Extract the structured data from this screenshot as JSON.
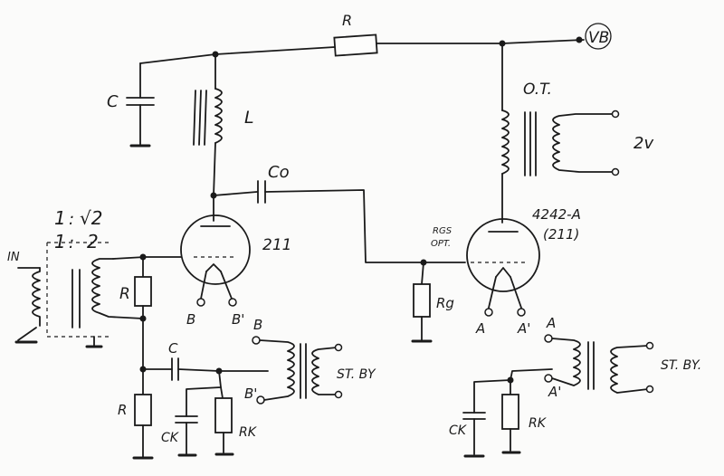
{
  "labels": {
    "top_resistor": "R",
    "supply": "VB",
    "supply_cap": "C",
    "choke": "L",
    "coupling_cap": "Co",
    "output_transformer": "O.T.",
    "output_winding": "2v",
    "tube_left": "211",
    "tube_right_model": "4242-A",
    "tube_right_alt": "(211)",
    "rgs": "RGS",
    "opt": "OPT.",
    "rg": "Rg",
    "ratio1_a": "1",
    "ratio1_sep": ":",
    "ratio1_b": "√2",
    "ratio2_a": "1",
    "ratio2_sep": ":",
    "ratio2_b": "2",
    "input": "IN",
    "grid_res_left": "R",
    "lower_res_left": "R",
    "bias_cap_left": "C",
    "ck_left": "CK",
    "rk_left": "RK",
    "term_b": "B",
    "term_b_prime": "B'",
    "st_term_b": "B",
    "st_term_b_prime": "B'",
    "standby_left": "ST. BY",
    "term_a": "A",
    "term_a_prime": "A'",
    "st_term_a": "A",
    "st_term_a_prime": "A'",
    "standby_right": "ST. BY.",
    "ck_right": "CK",
    "rk_right": "RK"
  }
}
